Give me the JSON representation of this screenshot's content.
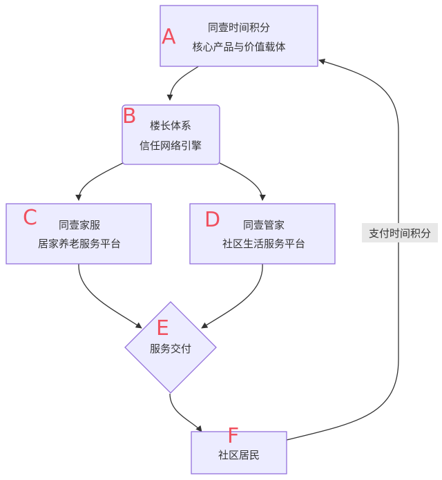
{
  "diagram": {
    "type": "flowchart",
    "colors": {
      "node_fill": "#ECECFF",
      "node_border": "#9370DB",
      "edge": "#333333",
      "marker_letter": "#F0505F",
      "edge_label_bg": "#E8E8E8",
      "text": "#333333"
    },
    "nodes": {
      "A": {
        "marker": "A",
        "shape": "rectangle",
        "lines": [
          "同壹时间积分",
          "核心产品与价值载体"
        ]
      },
      "B": {
        "marker": "B",
        "shape": "rounded-rectangle",
        "lines": [
          "楼长体系",
          "信任网络引擎"
        ]
      },
      "C": {
        "marker": "C",
        "shape": "rectangle",
        "lines": [
          "同壹家服",
          "居家养老服务平台"
        ]
      },
      "D": {
        "marker": "D",
        "shape": "rectangle",
        "lines": [
          "同壹管家",
          "社区生活服务平台"
        ]
      },
      "E": {
        "marker": "E",
        "shape": "diamond",
        "lines": [
          "服务交付"
        ]
      },
      "F": {
        "marker": "F",
        "shape": "rectangle",
        "lines": [
          "社区居民"
        ]
      }
    },
    "edges": [
      {
        "from": "A",
        "to": "B",
        "label": ""
      },
      {
        "from": "B",
        "to": "C",
        "label": ""
      },
      {
        "from": "B",
        "to": "D",
        "label": ""
      },
      {
        "from": "C",
        "to": "E",
        "label": ""
      },
      {
        "from": "D",
        "to": "E",
        "label": ""
      },
      {
        "from": "E",
        "to": "F",
        "label": ""
      },
      {
        "from": "F",
        "to": "A",
        "label": "支付时间积分"
      }
    ]
  }
}
